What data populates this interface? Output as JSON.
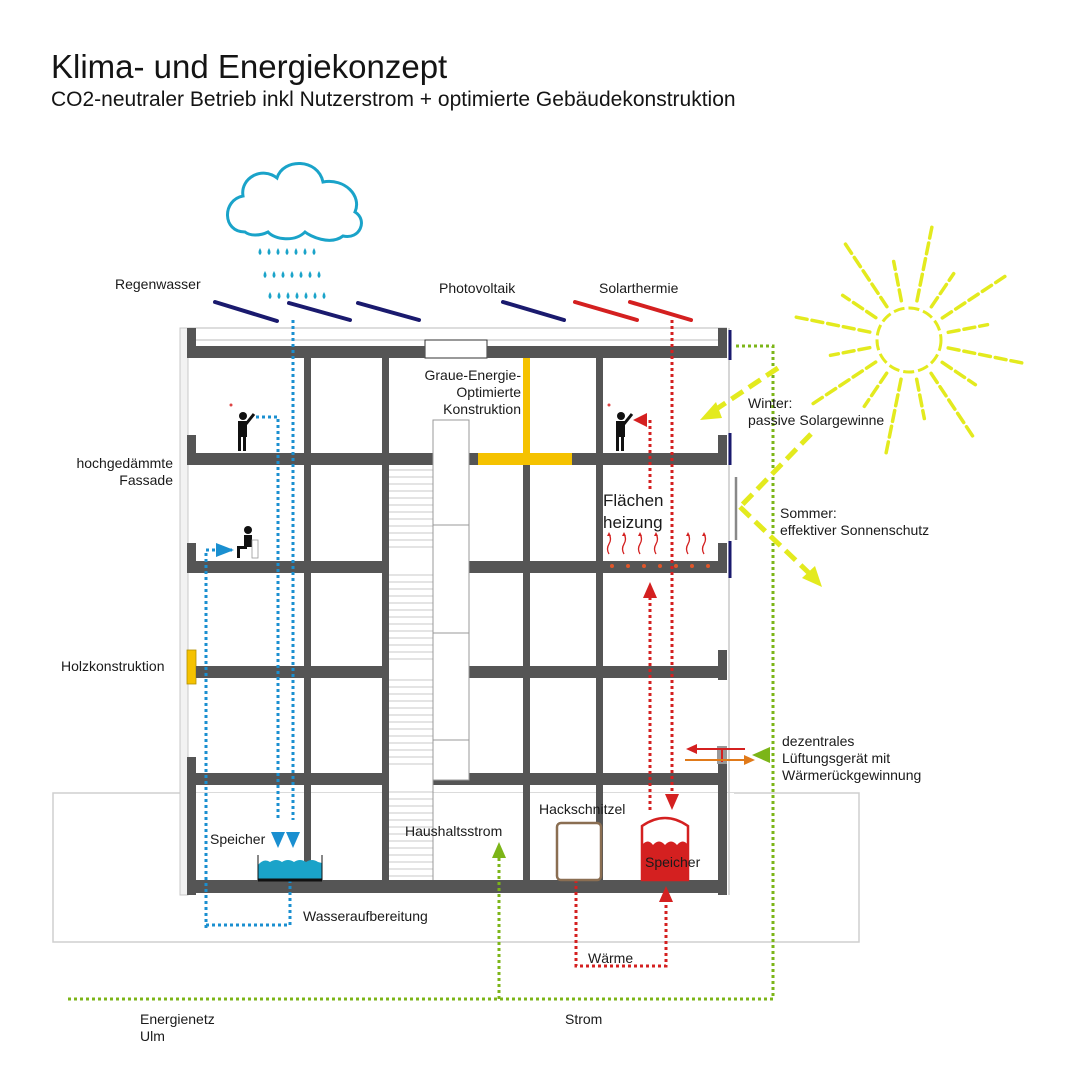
{
  "header": {
    "title": "Klima- und Energiekonzept",
    "subtitle": "CO2-neutraler Betrieb inkl Nutzerstrom + optimierte Gebäudekonstruktion"
  },
  "labels": {
    "regenwasser": "Regenwasser",
    "photovoltaik": "Photovoltaik",
    "solarthermie": "Solarthermie",
    "graue_energie_1": "Graue-Energie-",
    "graue_energie_2": "Optimierte",
    "graue_energie_3": "Konstruktion",
    "winter_1": "Winter:",
    "winter_2": "passive Solargewinne",
    "sommer_1": "Sommer:",
    "sommer_2": "effektiver Sonnenschutz",
    "fassade_1": "hochgedämmte",
    "fassade_2": "Fassade",
    "flaechen_1": "Flächen",
    "flaechen_2": "heizung",
    "holz": "Holzkonstruktion",
    "lueftung_1": "dezentrales",
    "lueftung_2": "Lüftungsgerät mit",
    "lueftung_3": "Wärmerückgewinnung",
    "speicher_wasser": "Speicher",
    "haushaltsstrom": "Haushaltsstrom",
    "hackschnitzel": "Hackschnitzel",
    "speicher_waerme": "Speicher",
    "wasseraufbereitung": "Wasseraufbereitung",
    "waerme": "Wärme",
    "energienetz_1": "Energienetz",
    "energienetz_2": "Ulm",
    "strom": "Strom"
  },
  "colors": {
    "water": "#1a8fd0",
    "cloud": "#1aa3c9",
    "heat": "#d42020",
    "power": "#7cb518",
    "sun": "#e3ea1e",
    "structure": "#555555",
    "wood": "#f5c200",
    "pv_panel": "#1a1a6e",
    "vent_out": "#e07a1a",
    "chips_box": "#8a6e52"
  }
}
